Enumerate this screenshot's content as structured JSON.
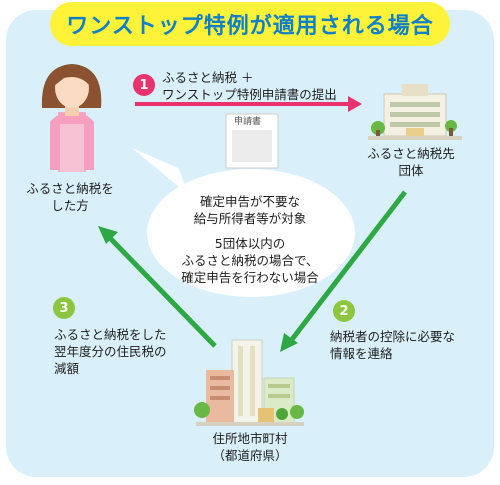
{
  "title": "ワンストップ特例が適用される場合",
  "person": {
    "line1": "ふるさと納税を",
    "line2": "した方"
  },
  "destination": {
    "line1": "ふるさと納税先",
    "line2": "団体"
  },
  "municipality": {
    "line1": "住所地市町村",
    "line2": "（都道府県）"
  },
  "document_label": "申請書",
  "steps": [
    {
      "number": "1",
      "line1": "ふるさと納税 ＋",
      "line2": "ワンストップ特例申請書の提出",
      "color": "#e8336e"
    },
    {
      "number": "2",
      "line1": "納税者の控除に必要な",
      "line2": "情報を連絡",
      "color": "#8cc63f"
    },
    {
      "number": "3",
      "line1": "ふるさと納税をした",
      "line2": "翌年度分の住民税の",
      "line3": "減額",
      "color": "#8cc63f"
    }
  ],
  "bubble": {
    "line1": "確定申告が不要な",
    "line2": "給与所得者等が対象",
    "line3": "5団体以内の",
    "line4": "ふるさと納税の場合で、",
    "line5": "確定申告を行わない場合"
  },
  "colors": {
    "pink": "#e8336e",
    "green": "#2ea844",
    "yellow": "#fff33a",
    "blue": "#0f7fc6",
    "background": "#d9f0fa"
  }
}
